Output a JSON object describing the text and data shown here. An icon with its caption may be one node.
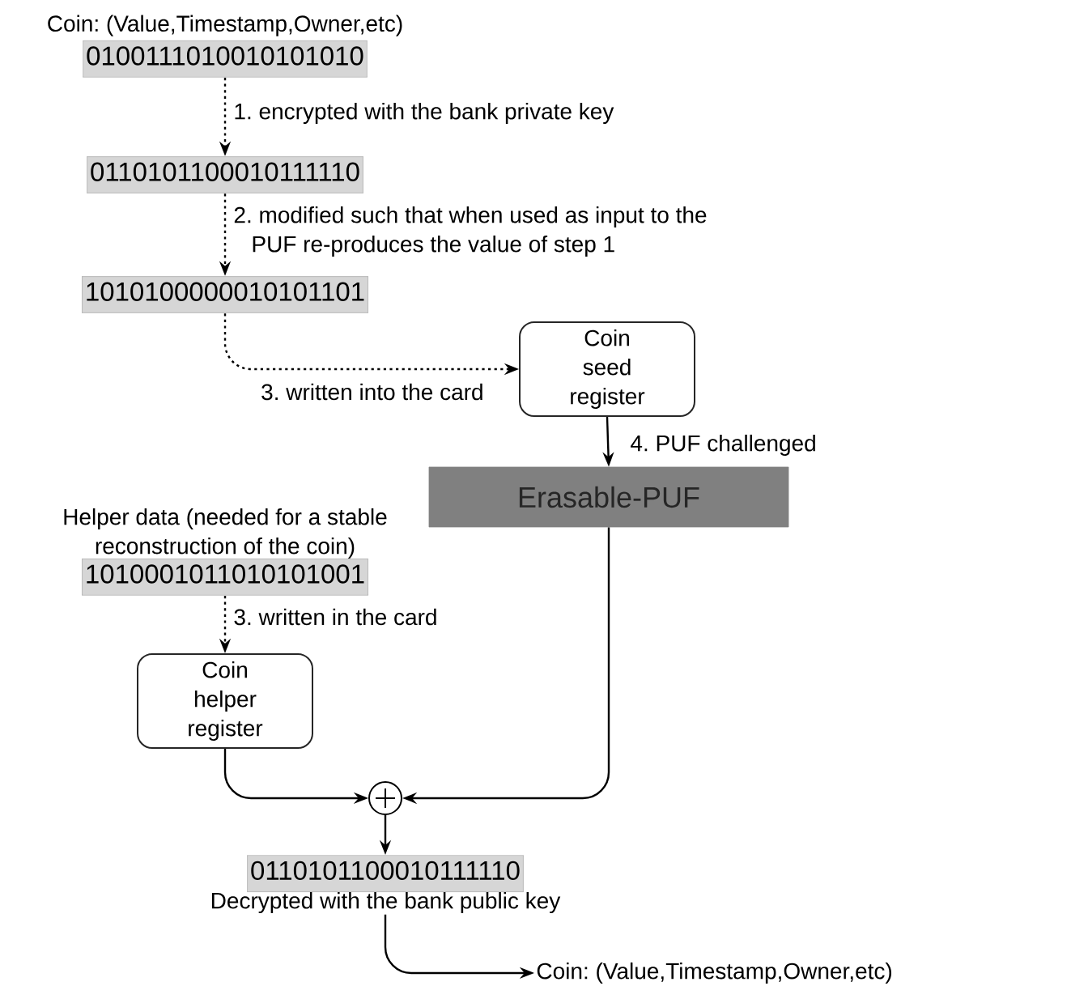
{
  "diagram": {
    "nodes": [
      {
        "text": [
          "Coin: (Value,Timestamp,Owner,etc)",
          "0100111010010101010"
        ]
      },
      {
        "text": [
          "0110101100010111110"
        ]
      },
      {
        "text": [
          "1010100000010101101"
        ]
      },
      {
        "text": [
          "Coin seed register"
        ]
      },
      {
        "text": [
          "Erasable-PUF"
        ]
      },
      {
        "text": [
          "Helper data (needed for a stable reconstruction of the coin)",
          "1010001011010101001"
        ]
      },
      {
        "text": [
          "Coin helper register"
        ]
      },
      {
        "text": [],
        "shape": "circle"
      },
      {
        "text": [
          "0110101100010111110",
          "Decrypted with the bank public key"
        ]
      },
      {
        "text": [
          "Coin: (Value,Timestamp,Owner,etc)"
        ]
      }
    ],
    "edges": [
      {
        "from": 0,
        "to": 1,
        "arrow": "to",
        "style": "dashed",
        "label": "1. encrypted with the bank private key"
      },
      {
        "from": 1,
        "to": 2,
        "arrow": "to",
        "style": "dashed",
        "label": "2. modified such that when used as input to the PUF re-produces the value of step 1"
      },
      {
        "from": 2,
        "to": 3,
        "arrow": "to",
        "style": "dashed",
        "label": "3. written into the card"
      },
      {
        "from": 3,
        "to": 4,
        "arrow": "to",
        "label": "4. PUF challenged"
      },
      {
        "from": 5,
        "to": 6,
        "arrow": "to",
        "style": "dashed",
        "label": "3. written in the card"
      },
      {
        "from": 6,
        "to": 7,
        "arrow": "to"
      },
      {
        "from": 4,
        "to": 7,
        "arrow": "to"
      },
      {
        "from": 7,
        "to": 8,
        "arrow": "to"
      },
      {
        "from": 8,
        "to": 9,
        "arrow": "to"
      }
    ]
  }
}
